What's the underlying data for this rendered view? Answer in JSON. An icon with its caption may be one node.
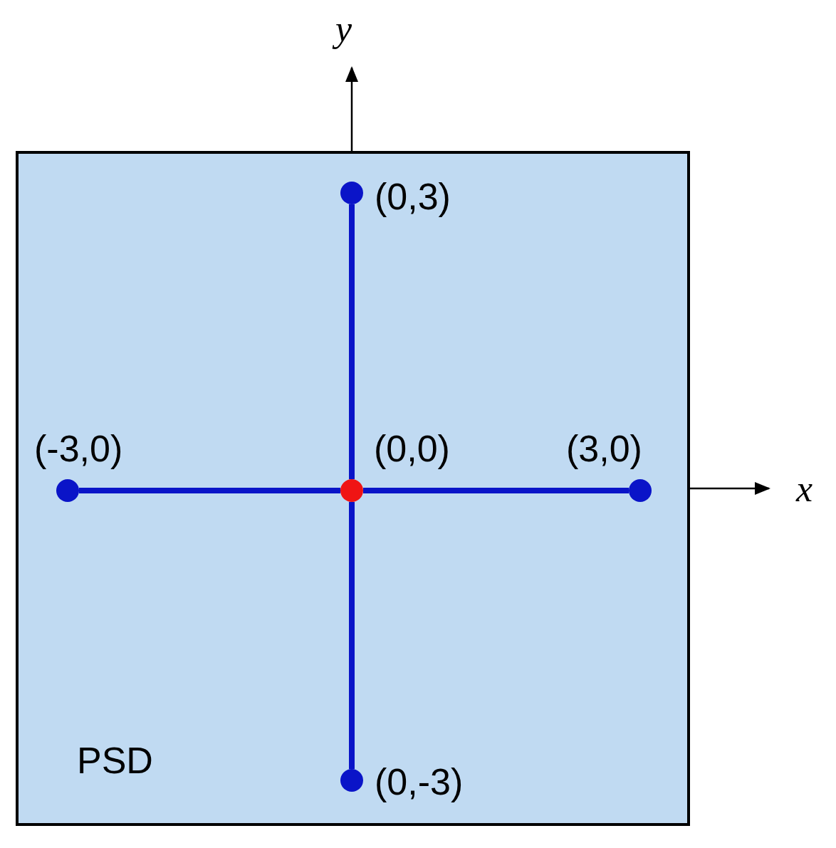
{
  "diagram": {
    "nodes": [
      {
        "text": [
          "PSD"
        ]
      },
      {
        "text": [],
        "shape": "circle",
        "beside": [
          "(0,3)"
        ],
        "in": 0
      },
      {
        "text": [],
        "shape": "circle",
        "beside": [
          "(-3,0)"
        ],
        "in": 0
      },
      {
        "text": [],
        "shape": "circle",
        "beside": [
          "(0,0)"
        ],
        "in": 0
      },
      {
        "text": [],
        "shape": "circle",
        "beside": [
          "(3,0)"
        ],
        "in": 0
      },
      {
        "text": [],
        "shape": "circle",
        "beside": [
          "(0,-3)"
        ],
        "in": 0
      }
    ],
    "edges": [
      {
        "from": 3,
        "to": 1,
        "arrow": "none"
      },
      {
        "from": 3,
        "to": 2,
        "arrow": "none"
      },
      {
        "from": 3,
        "to": 4,
        "arrow": "none"
      },
      {
        "from": 3,
        "to": 5,
        "arrow": "none"
      }
    ],
    "labels": [
      "y",
      "x"
    ]
  }
}
